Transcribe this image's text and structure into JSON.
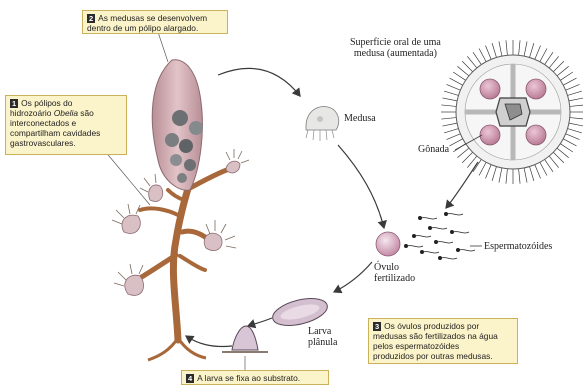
{
  "steps": {
    "s1": {
      "num": "1",
      "line1": "Os pólipos do",
      "line2a": "hidrozoário ",
      "line2b": "Obelia",
      "line2c": " são",
      "line3": "interconectados e",
      "line4": "compartilham cavidades",
      "line5": "gastrovasculares."
    },
    "s2": {
      "num": "2",
      "line1": "As medusas se desenvolvem",
      "line2": "dentro de um pólipo alargado."
    },
    "s3": {
      "num": "3",
      "line1": "Os óvulos produzidos por",
      "line2": "medusas são fertilizados na água",
      "line3": "pelos espermatozóides",
      "line4": "produzidos por outras medusas."
    },
    "s4": {
      "num": "4",
      "line1": "A larva se fixa ao substrato."
    }
  },
  "labels": {
    "medusa": "Medusa",
    "surface_line1": "Superfície oral de uma",
    "surface_line2": "medusa (aumentada)",
    "gonada": "Gônada",
    "sperm": "Espermatozóides",
    "egg_line1": "Óvulo",
    "egg_line2": "fertilizado",
    "larva_line1": "Larva",
    "larva_line2": "plânula"
  },
  "colors": {
    "polyp": "#c9a3a8",
    "stem": "#a8683a",
    "medusa_bud": "#6d7073",
    "gonad": "#c58ca8",
    "arrow": "#3a3a3a",
    "box_bg": "#fbf3c9"
  }
}
